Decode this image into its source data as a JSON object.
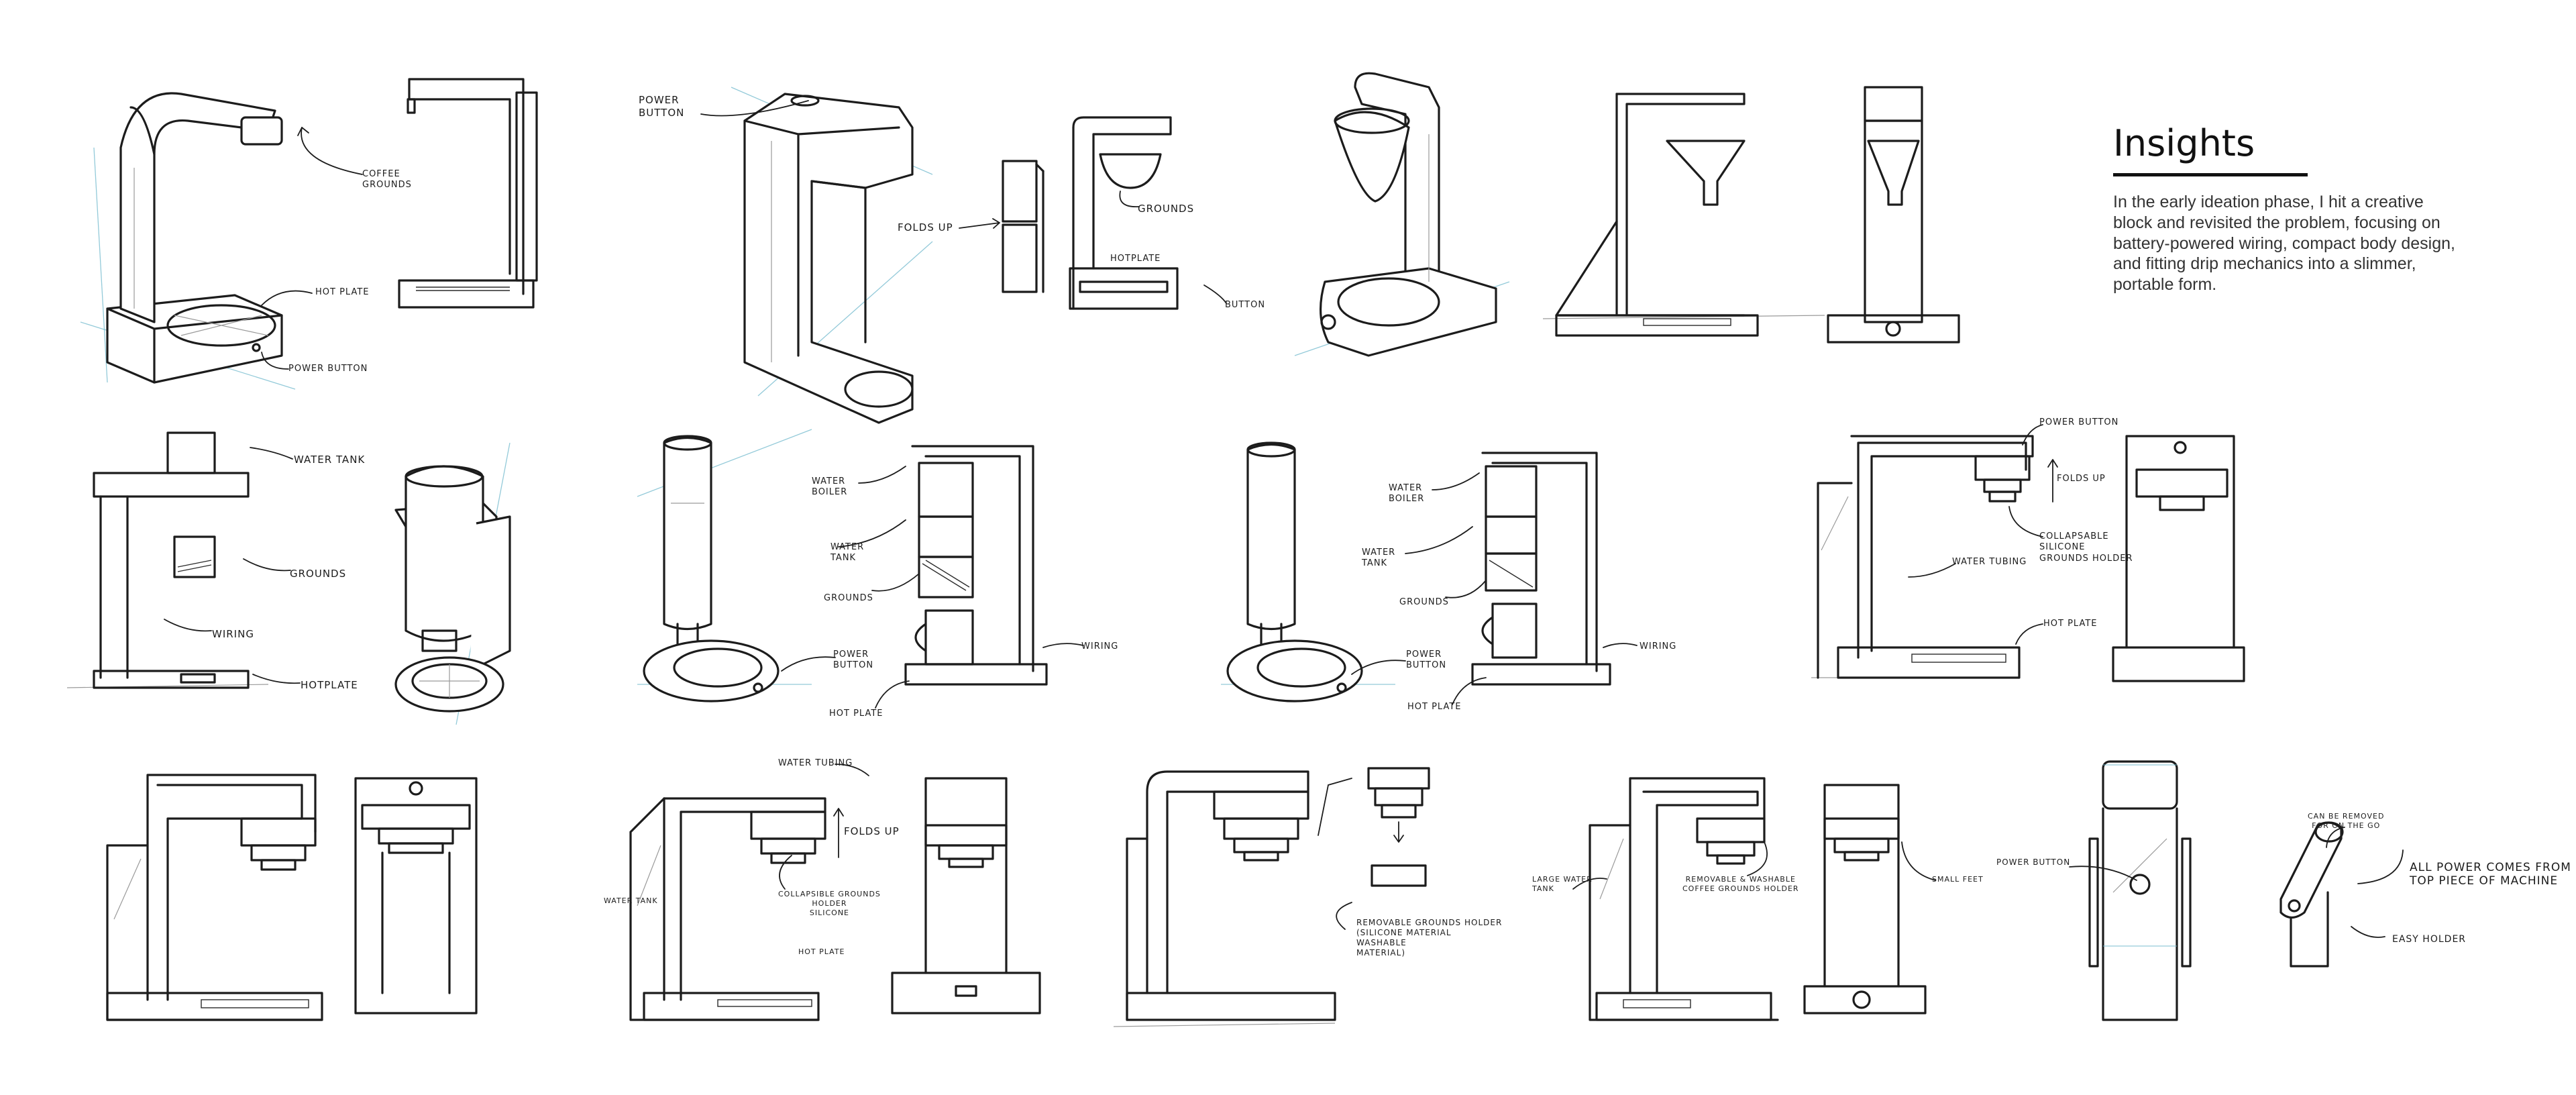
{
  "insights": {
    "title": "Insights",
    "body": "In the early ideation phase, I hit a creative block and revisited the problem, focusing on battery-powered wiring, compact body design, and fitting drip mechanics into a slimmer, portable form."
  },
  "annotations": {
    "coffee_grounds": "Coffee\nGrounds",
    "hot_plate_1": "Hot plate",
    "power_button_1": "Power button",
    "power_button_2": "Power\nButton",
    "folds_up_1": "Folds up",
    "grounds_1": "Grounds",
    "hotplate_2": "Hotplate",
    "button": "Button",
    "water_tank_1": "Water tank",
    "grounds_2": "Grounds",
    "wiring_1": "Wiring",
    "hotplate_3": "Hotplate",
    "water_boiler_1": "Water\nboiler",
    "water_tank_2": "Water\ntank",
    "grounds_3": "Grounds",
    "power_button_3": "Power\nbutton",
    "wiring_2": "Wiring",
    "hot_plate_4": "Hot plate",
    "water_boiler_2": "Water\nboiler",
    "water_tank_3": "Water\ntank",
    "grounds_4": "Grounds",
    "power_button_4": "Power\nbutton",
    "wiring_3": "Wiring",
    "hot_plate_5": "Hot plate",
    "power_button_5": "Power button",
    "folds_up_2": "Folds up",
    "water_tubing_1": "Water tubing",
    "collapsable_holder": "Collapsable\nsilicone\ngrounds holder",
    "hot_plate_6": "Hot plate",
    "water_tubing_2": "Water tubing",
    "folds_up_3": "Folds up",
    "collapsible_holder_2": "Collapsible grounds\nholder\nsilicone",
    "water_tank_4": "Water tank",
    "hot_plate_7": "Hot plate",
    "removable_holder": "Removable grounds holder\n(silicone material\nwashable\nmaterial)",
    "large_water_tank": "Large water\ntank",
    "removable_holder_2": "Removable & washable\ncoffee grounds holder",
    "small_feet": "Small feet",
    "power_button_6": "Power button",
    "can_be_removed": "Can be removed\nfor on the go",
    "all_power": "All power comes from\ntop piece of machine",
    "easy_holder": "Easy holder"
  }
}
